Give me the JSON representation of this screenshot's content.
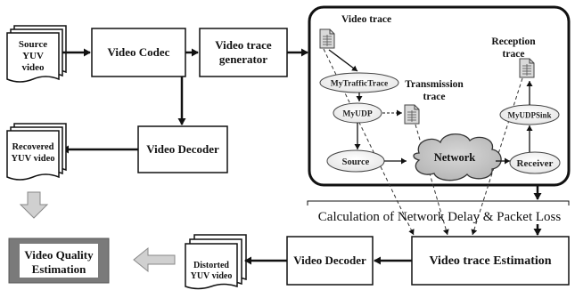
{
  "diagram": {
    "source_video": [
      "Source",
      "YUV",
      "video"
    ],
    "video_codec": "Video Codec",
    "trace_generator": [
      "Video trace",
      "generator"
    ],
    "recovered_video": [
      "Recovered",
      "YUV video"
    ],
    "video_decoder_top": "Video Decoder",
    "quality_estimation": [
      "Video Quality",
      "Estimation"
    ],
    "distorted_video": [
      "Distorted",
      "YUV video"
    ],
    "video_decoder_bottom": "Video Decoder",
    "trace_estimation": "Video trace Estimation",
    "calculation_label": "Calculation of Network Delay & Packet Loss",
    "simulation": {
      "video_trace_title": "Video trace",
      "reception_trace_title": [
        "Reception",
        "trace"
      ],
      "transmission_trace_title": [
        "Transmission",
        "trace"
      ],
      "my_traffic_trace": "MyTrafficTrace",
      "my_udp": "MyUDP",
      "source_node": "Source",
      "network": "Network",
      "receiver": "Receiver",
      "my_udp_sink": "MyUDPSink"
    }
  }
}
